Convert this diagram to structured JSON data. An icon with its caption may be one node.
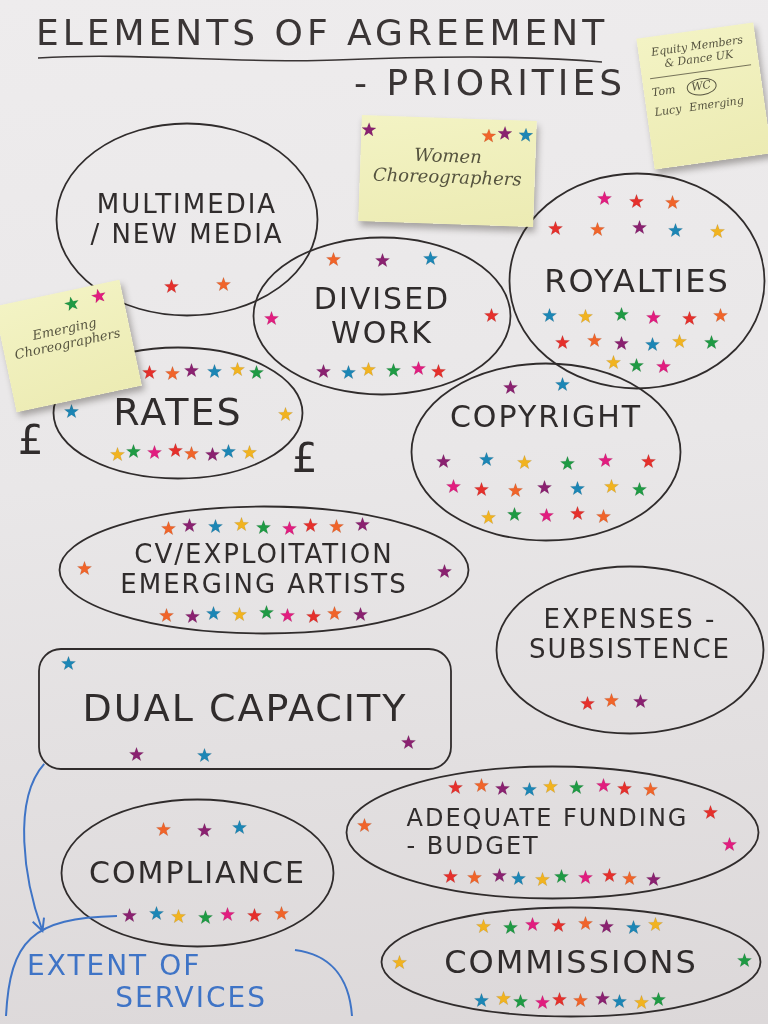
{
  "diagram": {
    "title": "ELEMENTS OF AGREEMENT - PRIORITIES",
    "nodes": [
      {
        "text": [
          "MULTIMEDIA / NEW MEDIA"
        ]
      },
      {
        "text": [
          "Women Choreographers"
        ]
      },
      {
        "text": [
          "Equity Members & Dance UK",
          "Tom",
          "WC",
          "Lucy",
          "Emerging"
        ]
      },
      {
        "text": [
          "ROYALTIES"
        ]
      },
      {
        "text": [
          "DIVISED WORK"
        ]
      },
      {
        "text": [
          "Emerging Choreographers"
        ]
      },
      {
        "text": [
          "RATES"
        ],
        "beside": [
          "£",
          "£"
        ]
      },
      {
        "text": [
          "COPYRIGHT"
        ]
      },
      {
        "text": [
          "CV/EXPLOITATION EMERGING ARTISTS"
        ]
      },
      {
        "text": [
          "EXPENSES - SUBSISTENCE"
        ]
      },
      {
        "text": [
          "DUAL CAPACITY"
        ]
      },
      {
        "text": [
          "ADEQUATE FUNDING - BUDGET"
        ]
      },
      {
        "text": [
          "COMPLIANCE"
        ]
      },
      {
        "text": [
          "EXTENT OF SERVICES"
        ]
      },
      {
        "text": [
          "COMMISSIONS"
        ]
      }
    ],
    "edges": [
      {
        "from": 10,
        "to": 13,
        "arrow": "to",
        "color": "#3f74c6"
      }
    ]
  }
}
